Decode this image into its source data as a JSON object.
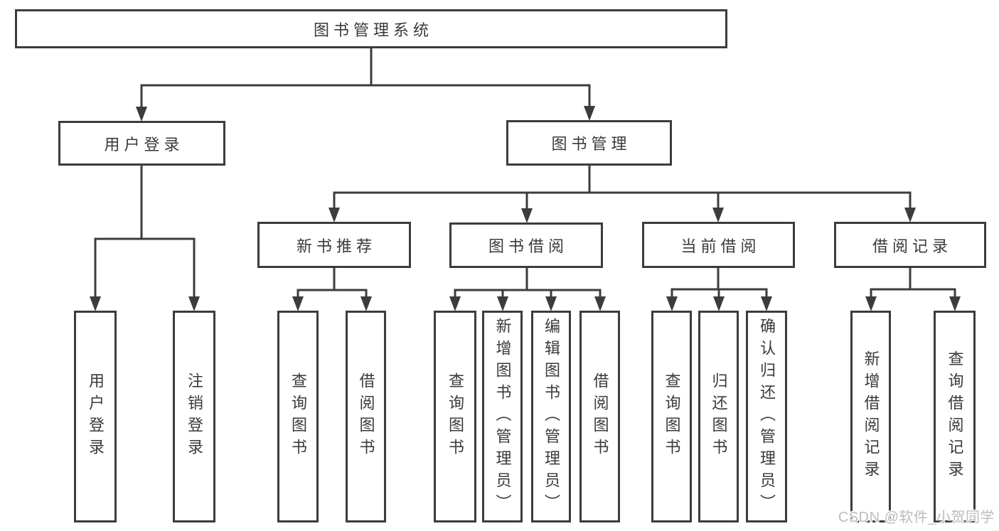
{
  "diagram": {
    "title": "图书管理系统",
    "root": {
      "label": "图书管理系统"
    },
    "level2": {
      "user_login": {
        "label": "用户登录"
      },
      "book_mgmt": {
        "label": "图书管理"
      }
    },
    "level3": {
      "new_book_rec": {
        "label": "新书推荐"
      },
      "book_borrow": {
        "label": "图书借阅"
      },
      "current_borrow": {
        "label": "当前借阅"
      },
      "borrow_records": {
        "label": "借阅记录"
      }
    },
    "leaves": [
      {
        "parent": "用户登录",
        "label": "用户登录"
      },
      {
        "parent": "用户登录",
        "label": "注销登录"
      },
      {
        "parent": "新书推荐",
        "label": "查询图书"
      },
      {
        "parent": "新书推荐",
        "label": "借阅图书"
      },
      {
        "parent": "图书借阅",
        "label": "查询图书"
      },
      {
        "parent": "图书借阅",
        "label": "新增图书（管理员）"
      },
      {
        "parent": "图书借阅",
        "label": "编辑图书（管理员）"
      },
      {
        "parent": "图书借阅",
        "label": "借阅图书"
      },
      {
        "parent": "当前借阅",
        "label": "查询图书"
      },
      {
        "parent": "当前借阅",
        "label": "归还图书"
      },
      {
        "parent": "当前借阅",
        "label": "确认归还（管理员）"
      },
      {
        "parent": "借阅记录",
        "label": "新增借阅记录"
      },
      {
        "parent": "借阅记录",
        "label": "查询借阅记录"
      }
    ]
  },
  "watermark": {
    "text": "CSDN @软件_小贺同学"
  },
  "colors": {
    "line": "#3c3c3c",
    "text": "#3a3a3a",
    "box_background": "#ffffff",
    "watermark": "#bcbcbc",
    "background": "#ffffff"
  }
}
